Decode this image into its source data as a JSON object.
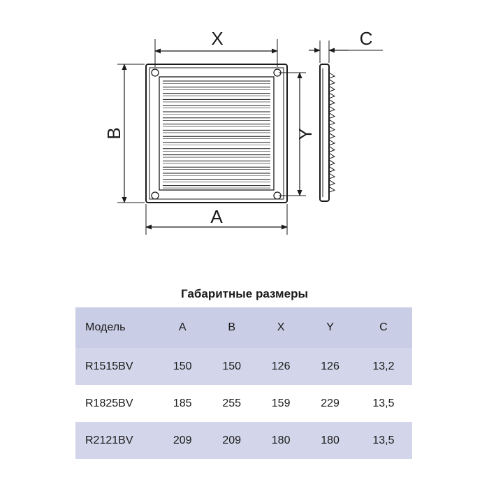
{
  "drawing": {
    "labels": {
      "x": "X",
      "y": "Y",
      "a": "A",
      "b": "B",
      "c": "C"
    }
  },
  "table": {
    "title": "Габаритные размеры",
    "headers": [
      "Модель",
      "A",
      "B",
      "X",
      "Y",
      "C"
    ],
    "rows": [
      [
        "R1515BV",
        "150",
        "150",
        "126",
        "126",
        "13,2"
      ],
      [
        "R1825BV",
        "185",
        "255",
        "159",
        "229",
        "13,5"
      ],
      [
        "R2121BV",
        "209",
        "209",
        "180",
        "180",
        "13,5"
      ]
    ],
    "colors": {
      "header_bg": "#c9cde5",
      "shaded_row_bg": "#d3d6ea"
    }
  }
}
